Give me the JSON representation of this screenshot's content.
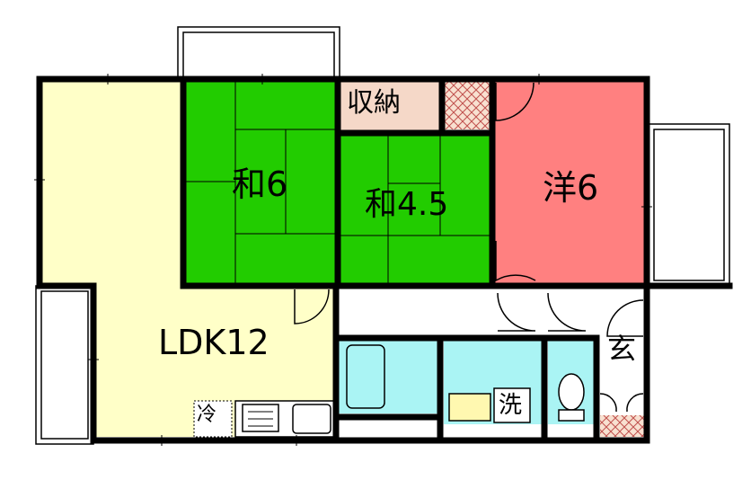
{
  "rooms": {
    "washitsu_6": {
      "label": "和6",
      "color": "#22cc00"
    },
    "washitsu_45": {
      "label": "和4.5",
      "color": "#22cc00"
    },
    "yoshitsu_6": {
      "label": "洋6",
      "color": "#ff8080"
    },
    "ldk": {
      "label": "LDK12",
      "color": "#ffffc8"
    },
    "storage": {
      "label": "収納",
      "color": "#f5d8c8"
    },
    "entrance": {
      "label": "玄"
    },
    "bath": {
      "color": "#aaf4f4"
    }
  },
  "fixtures": {
    "refrigerator": "冷",
    "washer": "洗"
  }
}
